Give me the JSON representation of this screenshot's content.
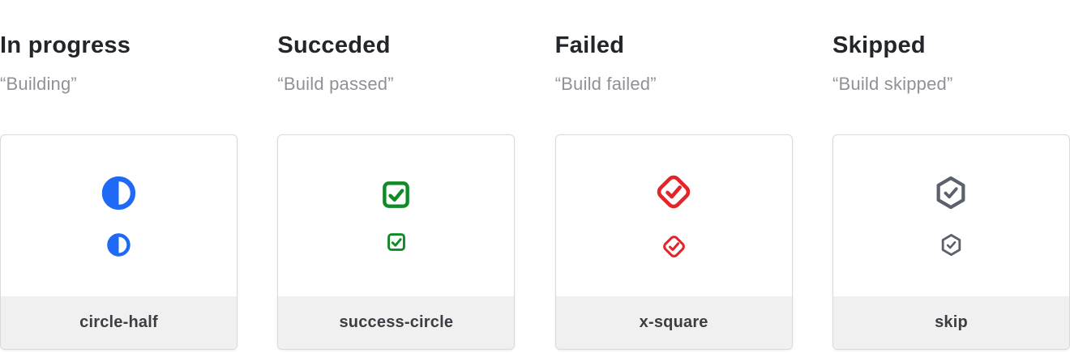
{
  "page": {
    "background": "#ffffff",
    "card_border_color": "#d9dadb",
    "card_footer_background": "#f0f0f1",
    "heading_color": "#22252a",
    "quote_color": "#8f9196",
    "footer_label_color": "#3b3e43"
  },
  "columns": [
    {
      "title": "In progress",
      "quote": "“Building”",
      "icon": "circle-half-icon",
      "icon_color": "#1e6af6",
      "label": "circle-half"
    },
    {
      "title": "Succeded",
      "quote": "“Build passed”",
      "icon": "check-square-icon",
      "icon_color": "#0e8a26",
      "label": "success-circle"
    },
    {
      "title": "Failed",
      "quote": "“Build failed”",
      "icon": "check-diamond-icon",
      "icon_color": "#e32428",
      "label": "x-square"
    },
    {
      "title": "Skipped",
      "quote": "“Build skipped”",
      "icon": "check-hexagon-icon",
      "icon_color": "#5a606c",
      "label": "skip"
    }
  ]
}
